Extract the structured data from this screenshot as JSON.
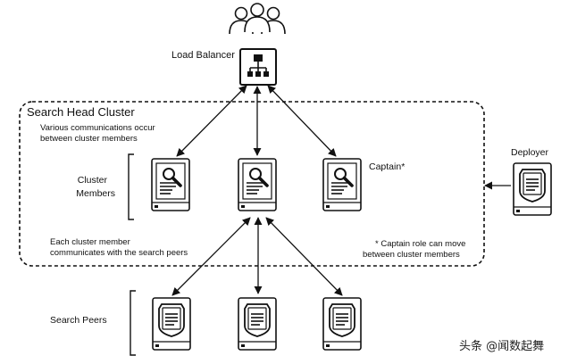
{
  "labels": {
    "load_balancer": "Load Balancer",
    "search_head_cluster": "Search Head Cluster",
    "various_line1": "Various communications occur",
    "various_line2": "between cluster members",
    "cluster_line1": "Cluster",
    "cluster_line2": "Members",
    "captain": "Captain*",
    "deployer": "Deployer",
    "each_line1": "Each cluster member",
    "each_line2": "communicates with the search peers",
    "captain_note_line1": "* Captain role can move",
    "captain_note_line2": "between cluster members",
    "search_peers": "Search Peers"
  },
  "watermark": "头条 @闻数起舞",
  "icons": {
    "users": "users-group-icon",
    "load_balancer": "network-hub-icon",
    "cluster_member": "document-search-icon",
    "search_peer": "server-shield-icon"
  },
  "colors": {
    "stroke": "#111111",
    "fill": "#ffffff",
    "text": "#111111"
  }
}
